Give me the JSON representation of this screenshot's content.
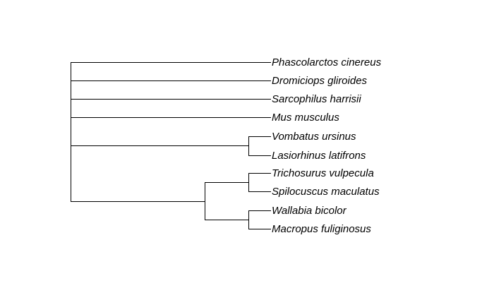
{
  "tree": {
    "taxa": [
      "Phascolarctos cinereus",
      "Dromiciops gliroides",
      "Sarcophilus harrisii",
      "Mus musculus",
      "Vombatus ursinus",
      "Lasiorhinus latifrons",
      "Trichosurus vulpecula",
      "Spilocuscus maculatus",
      "Wallabia bicolor",
      "Macropus fuliginosus"
    ],
    "structure": "(Phascolarctos cinereus,Dromiciops gliroides,Sarcophilus harrisii,Mus musculus,(Vombatus ursinus,Lasiorhinus latifrons),((Trichosurus vulpecula,Spilocuscus maculatus),(Wallabia bicolor,Macropus fuliginosus)));",
    "line_color": "#000000",
    "label_color": "#000000"
  }
}
